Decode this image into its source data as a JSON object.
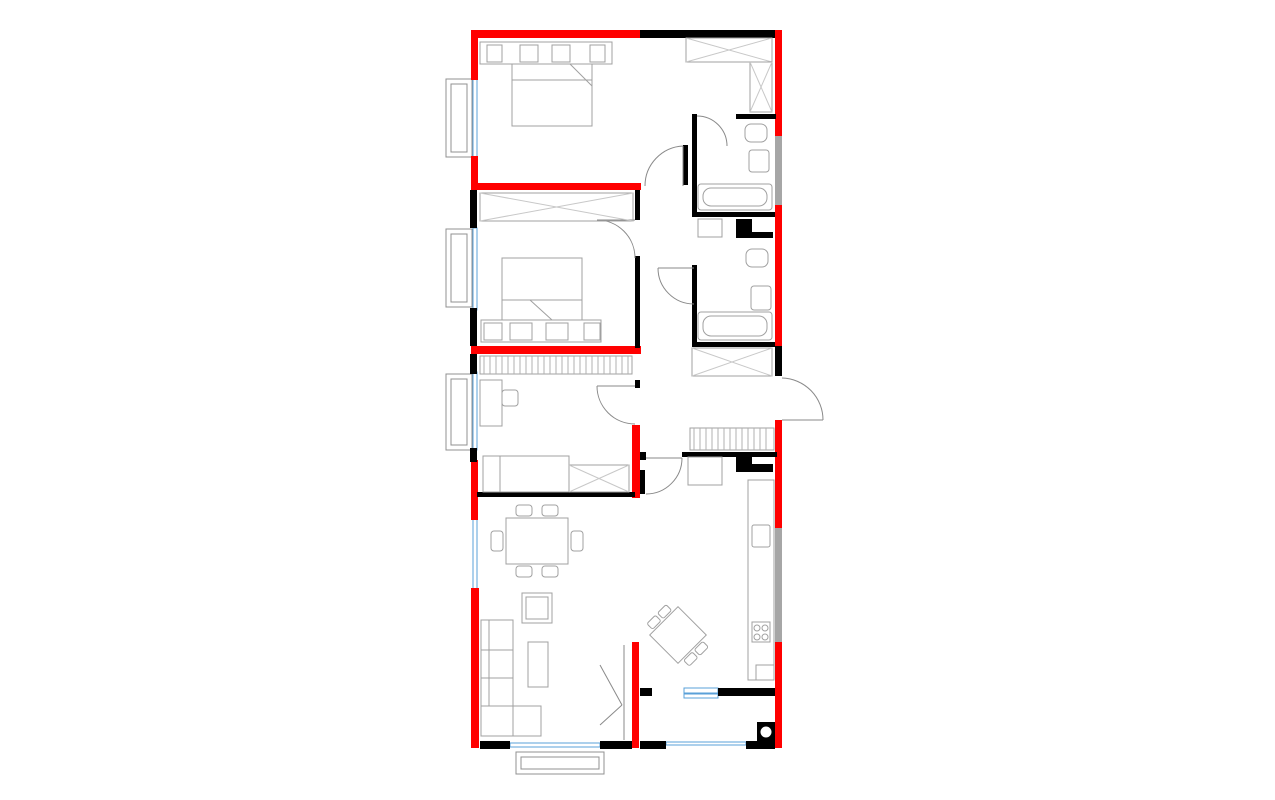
{
  "plan": {
    "colors": {
      "exterior_wall": "#ff0000",
      "interior_wall": "#000000",
      "glazing": "#5aa0d8",
      "furniture": "#a0a0a0",
      "gray_wall_segment": "#a6a6a6"
    },
    "rooms": [
      "bedroom-1",
      "bedroom-2",
      "study",
      "bathroom-1",
      "bathroom-2",
      "hallway",
      "living-dining-kitchen",
      "balcony"
    ]
  }
}
